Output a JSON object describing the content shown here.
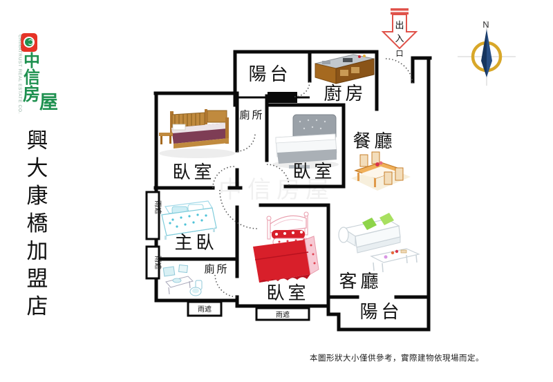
{
  "branding": {
    "company_en": "CHINATRUST REAL ESTATE CO.",
    "zh": [
      "中",
      "信",
      "房",
      "屋"
    ],
    "store": [
      "興",
      "大",
      "康",
      "橋",
      "加",
      "盟",
      "店"
    ]
  },
  "compass": {
    "north": "N"
  },
  "entrance": {
    "chars": [
      "出",
      "入",
      "口"
    ]
  },
  "rooms": {
    "balcony_top": "陽台",
    "kitchen": "廚房",
    "toilet_top": "廁所",
    "bedroom_nw": "臥室",
    "bedroom_center": "臥室",
    "dining": "餐廳",
    "master_bedroom": "主臥",
    "toilet_bottom": "廁所",
    "bedroom_south": "臥室",
    "living_room": "客廳",
    "balcony_bottom": "陽台"
  },
  "canopies": {
    "left_upper": "雨遮",
    "left_lower": "雨遮",
    "bottom_left": "雨遮",
    "bottom_center": "雨遮"
  },
  "watermark": "中信房屋",
  "footer": {
    "disclaimer": "本圖形狀大小僅供參考，實際建物依現場而定。"
  },
  "colors": {
    "accent_red": "#e0524a",
    "brand_red": "#e63327",
    "brand_green": "#1f9150",
    "compass_gold": "#d8a728",
    "compass_navy": "#16355e",
    "compass_blue": "#274e83",
    "bed_red": "#d81f2a",
    "pillow_green": "#8ed44a",
    "wood": "#c08a3e",
    "maroon_bed": "#7e3d55"
  }
}
